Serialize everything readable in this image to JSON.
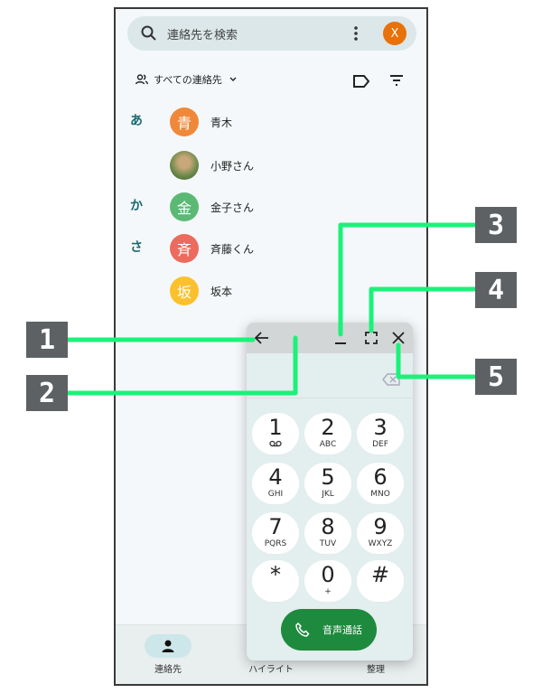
{
  "search": {
    "placeholder": "連絡先を検索",
    "account_initial": "X"
  },
  "filter": {
    "label": "すべての連絡先"
  },
  "contacts": [
    {
      "section": "あ",
      "initial": "青",
      "name": "青木",
      "color": "#f0883a"
    },
    {
      "section": "",
      "initial": "",
      "name": "小野さん",
      "color": "#6b8a4a"
    },
    {
      "section": "か",
      "initial": "金",
      "name": "金子さん",
      "color": "#5bb974"
    },
    {
      "section": "さ",
      "initial": "斉",
      "name": "斉藤くん",
      "color": "#ec6b5e"
    },
    {
      "section": "",
      "initial": "坂",
      "name": "坂本",
      "color": "#fbc02d"
    }
  ],
  "nav": {
    "contacts": "連絡先",
    "highlights": "ハイライト",
    "organize": "整理"
  },
  "dialer": {
    "keys": [
      {
        "d": "1",
        "l": "voicemail"
      },
      {
        "d": "2",
        "l": "ABC"
      },
      {
        "d": "3",
        "l": "DEF"
      },
      {
        "d": "4",
        "l": "GHI"
      },
      {
        "d": "5",
        "l": "JKL"
      },
      {
        "d": "6",
        "l": "MNO"
      },
      {
        "d": "7",
        "l": "PQRS"
      },
      {
        "d": "8",
        "l": "TUV"
      },
      {
        "d": "9",
        "l": "WXYZ"
      },
      {
        "d": "*",
        "l": ""
      },
      {
        "d": "0",
        "l": "+"
      },
      {
        "d": "#",
        "l": ""
      }
    ],
    "call_label": "音声通話"
  },
  "callouts": [
    "1",
    "2",
    "3",
    "4",
    "5"
  ],
  "colors": {
    "accent": "#1e8a3e",
    "callout_line": "#1af27a",
    "callout_box": "#5d6164"
  }
}
